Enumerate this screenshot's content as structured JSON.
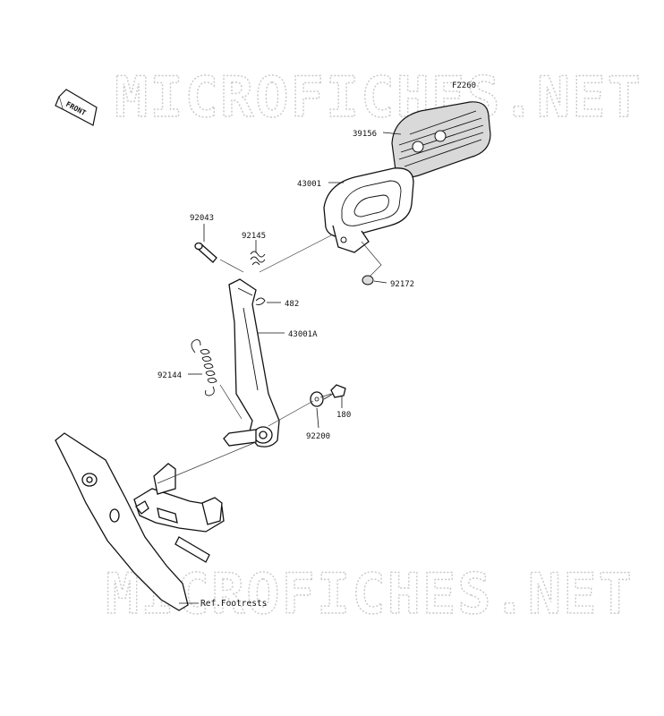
{
  "diagram_code": "F2260",
  "front_label": "FRONT",
  "watermark": "MICROFICHES.NET",
  "parts": [
    {
      "id": "39156"
    },
    {
      "id": "43001"
    },
    {
      "id": "92043"
    },
    {
      "id": "92145"
    },
    {
      "id": "92172"
    },
    {
      "id": "482"
    },
    {
      "id": "43001A"
    },
    {
      "id": "92144"
    },
    {
      "id": "180"
    },
    {
      "id": "92200"
    }
  ],
  "ref_label": "Ref.Footrests"
}
